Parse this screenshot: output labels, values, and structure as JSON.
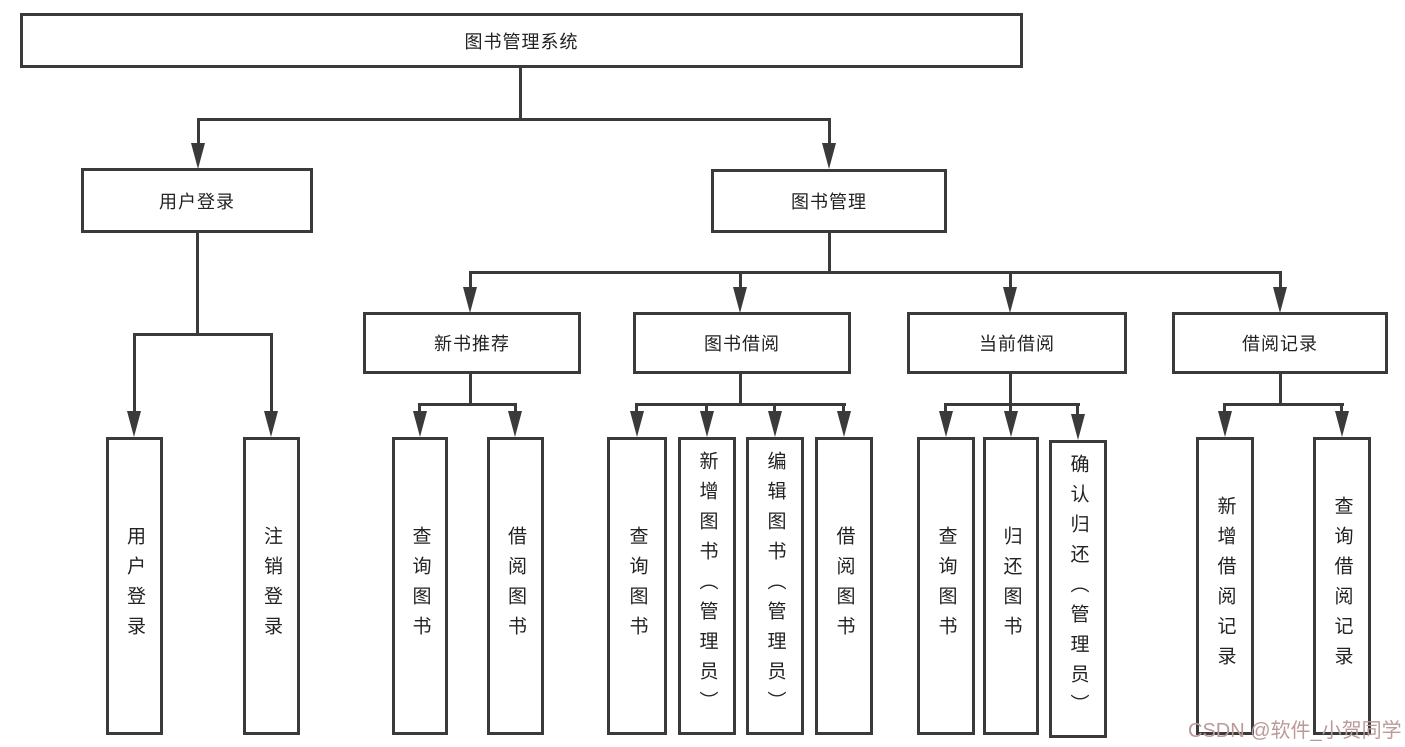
{
  "diagram_title": "图书管理系统",
  "nodes": {
    "root": "图书管理系统",
    "user_login": "用户登录",
    "book_mgmt": "图书管理",
    "new_book_rec": "新书推荐",
    "book_borrow": "图书借阅",
    "current_borrow": "当前借阅",
    "borrow_records": "借阅记录",
    "leaf_user_login": "用户登录",
    "leaf_logout": "注销登录",
    "leaf_query_book_1": "查询图书",
    "leaf_borrow_book_1": "借阅图书",
    "leaf_query_book_2": "查询图书",
    "leaf_add_book": "新增图书（管理员）",
    "leaf_edit_book": "编辑图书（管理员）",
    "leaf_borrow_book_2": "借阅图书",
    "leaf_query_book_3": "查询图书",
    "leaf_return_book": "归还图书",
    "leaf_confirm_return": "确认归还（管理员）",
    "leaf_add_record": "新增借阅记录",
    "leaf_query_record": "查询借阅记录"
  },
  "hierarchy": {
    "图书管理系统": {
      "用户登录": [
        "用户登录",
        "注销登录"
      ],
      "图书管理": {
        "新书推荐": [
          "查询图书",
          "借阅图书"
        ],
        "图书借阅": [
          "查询图书",
          "新增图书（管理员）",
          "编辑图书（管理员）",
          "借阅图书"
        ],
        "当前借阅": [
          "查询图书",
          "归还图书",
          "确认归还（管理员）"
        ],
        "借阅记录": [
          "新增借阅记录",
          "查询借阅记录"
        ]
      }
    }
  },
  "watermark": {
    "text": "CSDN @软件_小贺同学",
    "color": "#bb9a9a"
  },
  "colors": {
    "line": "#3a3a3a",
    "text": "#222222",
    "background": "#ffffff"
  }
}
